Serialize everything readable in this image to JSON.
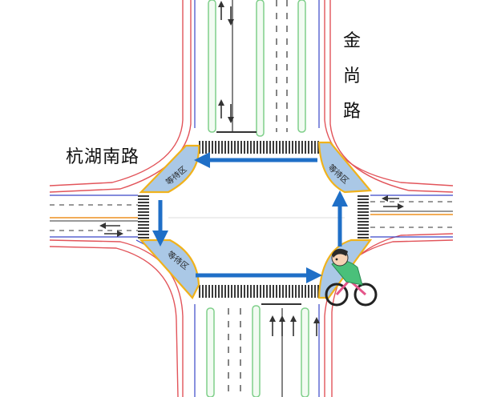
{
  "roads": {
    "west": "杭湖南路",
    "north": [
      "金",
      "尚",
      "路"
    ]
  },
  "waiting_zone_label": "等待区",
  "colors": {
    "road_surface": "#ffffff",
    "curb_red": "#e2545a",
    "median_green": "#7fcf8a",
    "median_fill": "#f2fbf2",
    "edge_blue": "#3a46c8",
    "waiting_zone_fill": "#aac8e6",
    "waiting_zone_border": "#f0b21c",
    "route_arrow": "#1f6fc7",
    "crosswalk": "#3a3a3a",
    "lane_marking": "#333333",
    "orange_line": "#f0a040"
  },
  "icons": [
    "cyclist-icon",
    "lane-arrow-icon",
    "route-arrow-icon"
  ]
}
